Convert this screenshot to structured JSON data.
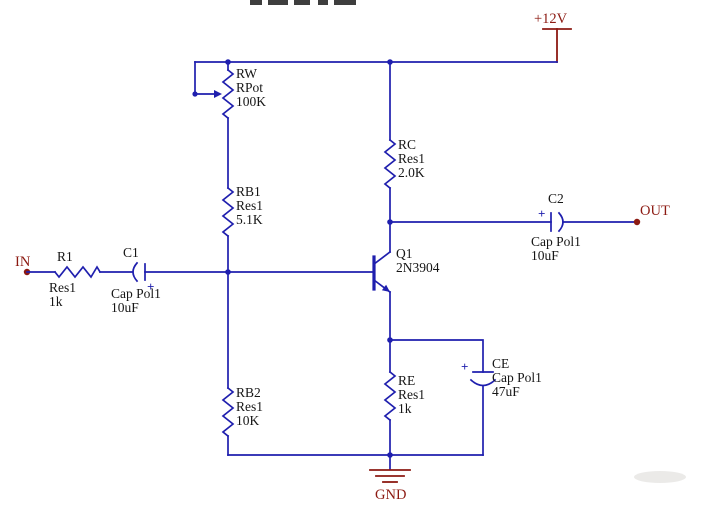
{
  "ports": {
    "vcc": {
      "label": "+12V"
    },
    "in": {
      "label": "IN"
    },
    "out": {
      "label": "OUT"
    },
    "gnd": {
      "label": "GND"
    }
  },
  "components": {
    "rw": {
      "ref": "RW",
      "type": "RPot",
      "value": "100K"
    },
    "rb1": {
      "ref": "RB1",
      "type": "Res1",
      "value": "5.1K"
    },
    "rb2": {
      "ref": "RB2",
      "type": "Res1",
      "value": "10K"
    },
    "rc": {
      "ref": "RC",
      "type": "Res1",
      "value": "2.0K"
    },
    "re": {
      "ref": "RE",
      "type": "Res1",
      "value": "1k"
    },
    "r1": {
      "ref": "R1",
      "type": "Res1",
      "value": "1k"
    },
    "c1": {
      "ref": "C1",
      "type": "Cap Pol1",
      "value": "10uF",
      "polarity": "+"
    },
    "c2": {
      "ref": "C2",
      "type": "Cap Pol1",
      "value": "10uF",
      "polarity": "+"
    },
    "ce": {
      "ref": "CE",
      "type": "Cap Pol1",
      "value": "47uF",
      "polarity": "+"
    },
    "q1": {
      "ref": "Q1",
      "type": "2N3904"
    }
  },
  "colors": {
    "wire": "#1f1fae",
    "label": "#161616",
    "port": "#8c1a12",
    "background": "#ffffff"
  }
}
